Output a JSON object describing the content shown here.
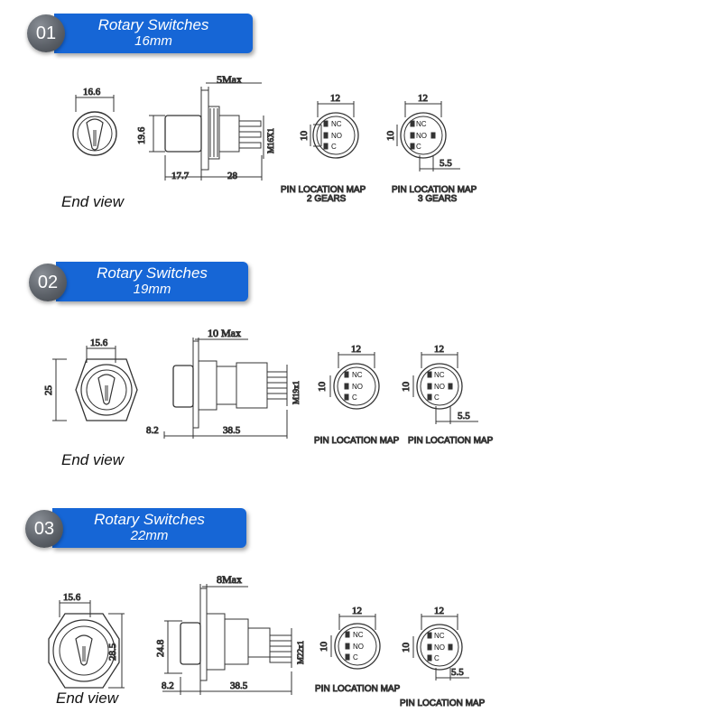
{
  "sections": [
    {
      "number": "01",
      "title": "Rotary Switches",
      "size": "16mm",
      "end_view": "End view",
      "end_width": "16.6",
      "height": "19.6",
      "max": "5Max",
      "front": "17.7",
      "body": "28",
      "thread": "M16X1",
      "map1": {
        "top": "12",
        "side": "10",
        "labels": [
          "NC",
          "NO",
          "C"
        ],
        "caption1": "PIN LOCATION MAP",
        "caption2": "2 GEARS"
      },
      "map2": {
        "top": "12",
        "side": "10",
        "bottom": "5.5",
        "labels": [
          "NC",
          "NO",
          "C"
        ],
        "caption1": "PIN LOCATION MAP",
        "caption2": "3 GEARS"
      }
    },
    {
      "number": "02",
      "title": "Rotary Switches",
      "size": "19mm",
      "end_view": "End view",
      "end_width": "15.6",
      "height": "25",
      "max": "10 Max",
      "front": "8.2",
      "body": "38.5",
      "thread": "M19x1",
      "map1": {
        "top": "12",
        "side": "10",
        "labels": [
          "NC",
          "NO",
          "C"
        ],
        "caption1": "PIN LOCATION MAP"
      },
      "map2": {
        "top": "12",
        "side": "10",
        "bottom": "5.5",
        "labels": [
          "NC",
          "NO",
          "C"
        ],
        "caption1": "PIN LOCATION MAP"
      }
    },
    {
      "number": "03",
      "title": "Rotary Switches",
      "size": "22mm",
      "end_view": "End view",
      "end_width": "15.6",
      "height_right": "28.5",
      "height": "24.8",
      "max": "8Max",
      "front": "8.2",
      "body": "38.5",
      "thread": "M22x1",
      "map1": {
        "top": "12",
        "side": "10",
        "labels": [
          "NC",
          "NO",
          "C"
        ],
        "caption1": "PIN LOCATION MAP"
      },
      "map2": {
        "top": "12",
        "side": "10",
        "bottom": "5.5",
        "labels": [
          "NC",
          "NO",
          "C"
        ],
        "caption1": "PIN LOCATION MAP"
      }
    }
  ]
}
